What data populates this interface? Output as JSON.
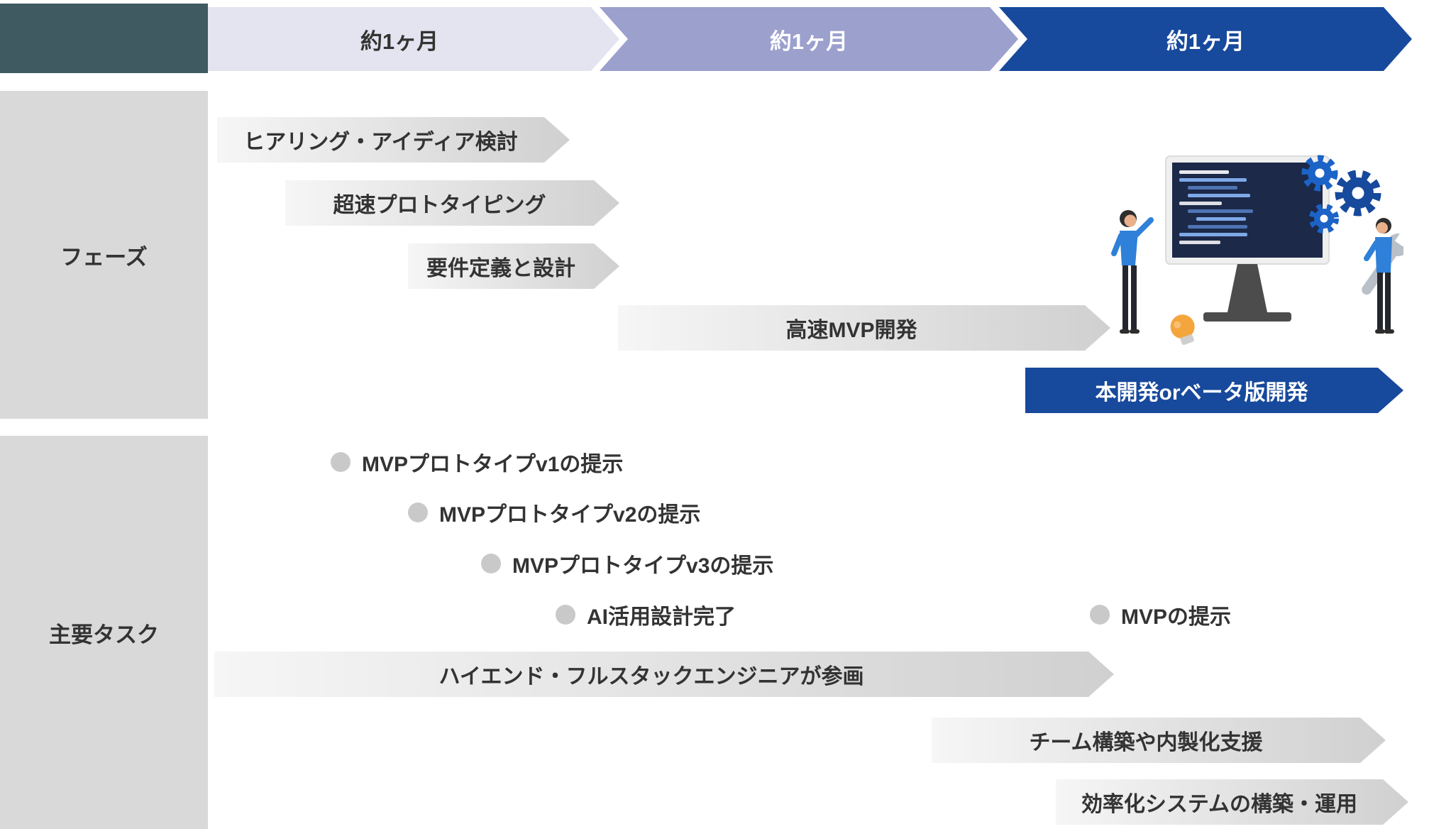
{
  "colors": {
    "corner-bg": "#405a62",
    "sidebar-bg": "#d9d9d9",
    "period1-bg": "#e4e4f0",
    "period2-bg": "#9ba0cd",
    "period3-bg": "#17499c",
    "accent-blue": "#17499c",
    "bar-grad-start": "#f6f6f6",
    "bar-grad-end": "#d0d0d0",
    "dot-gray": "#c9c9c9",
    "text-dark": "#333333"
  },
  "timeline": {
    "periods": [
      {
        "label": "約1ヶ月"
      },
      {
        "label": "約1ヶ月"
      },
      {
        "label": "約1ヶ月"
      }
    ]
  },
  "sidebar": {
    "phase": "フェーズ",
    "tasks": "主要タスク"
  },
  "phases": [
    {
      "label": "ヒアリング・アイディア検討"
    },
    {
      "label": "超速プロトタイピング"
    },
    {
      "label": "要件定義と設計"
    },
    {
      "label": "高速MVP開発"
    },
    {
      "label": "本開発orベータ版開発"
    }
  ],
  "milestones": [
    {
      "label": "MVPプロトタイプv1の提示"
    },
    {
      "label": "MVPプロトタイプv2の提示"
    },
    {
      "label": "MVPプロトタイプv3の提示"
    },
    {
      "label": "AI活用設計完了"
    },
    {
      "label": "MVPの提示"
    }
  ],
  "task_bars": [
    {
      "label": "ハイエンド・フルスタックエンジニアが参画"
    },
    {
      "label": "チーム構築や内製化支援"
    },
    {
      "label": "効率化システムの構築・運用"
    }
  ],
  "illustration": {
    "icons": [
      "monitor-icon",
      "gear-icon",
      "lightbulb-icon",
      "wrench-icon",
      "person-figure"
    ]
  }
}
